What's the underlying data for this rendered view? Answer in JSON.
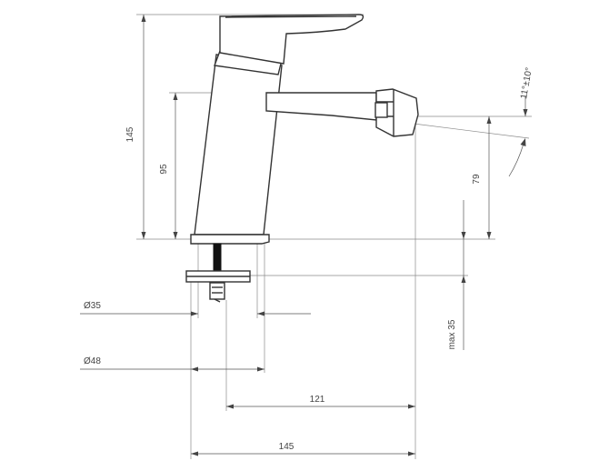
{
  "drawing": {
    "dimensions": {
      "overall_height": "145",
      "spout_height": "95",
      "aerator_height": "79",
      "aerator_angle": "11°±10°",
      "hole_diameter": "Ø35",
      "base_diameter": "Ø48",
      "max_thickness": "max 35",
      "reach": "121",
      "overall_length": "145"
    }
  }
}
